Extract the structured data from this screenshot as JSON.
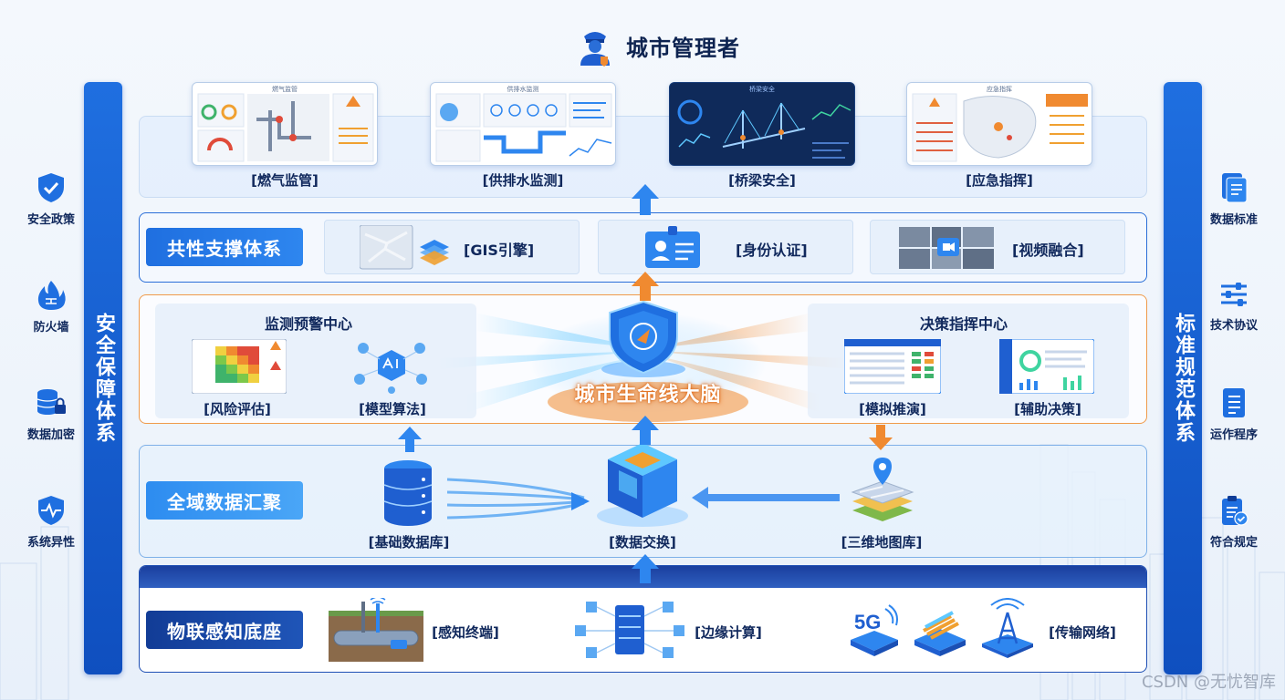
{
  "header": {
    "title": "城市管理者"
  },
  "left_pillar": {
    "title": "安全保障体系",
    "items": [
      {
        "label": "安全政策",
        "icon": "shield-check-icon"
      },
      {
        "label": "防火墙",
        "icon": "firewall-icon"
      },
      {
        "label": "数据加密",
        "icon": "database-lock-icon"
      },
      {
        "label": "系统异性",
        "icon": "heartbeat-shield-icon"
      }
    ]
  },
  "right_pillar": {
    "title": "标准规范体系",
    "items": [
      {
        "label": "数据标准",
        "icon": "document-icon"
      },
      {
        "label": "技术协议",
        "icon": "sliders-icon"
      },
      {
        "label": "运作程序",
        "icon": "checklist-icon"
      },
      {
        "label": "符合规定",
        "icon": "clipboard-check-icon"
      }
    ]
  },
  "apps": {
    "items": [
      {
        "mini_title": "燃气监管",
        "label": "[燃气监管]"
      },
      {
        "mini_title": "供排水监测",
        "label": "[供排水监测]"
      },
      {
        "mini_title": "桥梁安全",
        "label": "[桥梁安全]"
      },
      {
        "mini_title": "应急指挥",
        "label": "[应急指挥]"
      }
    ]
  },
  "support": {
    "tag": "共性支撑体系",
    "items": [
      {
        "label": "[GIS引擎]"
      },
      {
        "label": "[身份认证]"
      },
      {
        "label": "[视频融合]"
      }
    ]
  },
  "brain": {
    "center_label": "城市生命线大脑",
    "left_panel": {
      "title": "监测预警中心",
      "items": [
        {
          "label": "[风险评估]"
        },
        {
          "label": "[模型算法]"
        }
      ]
    },
    "right_panel": {
      "title": "决策指挥中心",
      "items": [
        {
          "label": "[模拟推演]"
        },
        {
          "label": "[辅助决策]"
        }
      ]
    }
  },
  "data": {
    "tag": "全域数据汇聚",
    "items": [
      {
        "label": "[基础数据库]"
      },
      {
        "label": "[数据交换]"
      },
      {
        "label": "[三维地图库]"
      }
    ]
  },
  "iot": {
    "tag": "物联感知底座",
    "items": [
      {
        "label": "[感知终端]"
      },
      {
        "label": "[边缘计算]"
      },
      {
        "label": "[传输网络]"
      }
    ],
    "badge_5g": "5G"
  },
  "watermark": "CSDN @无忧智库",
  "colors": {
    "primary": "#1f6fe0",
    "navy": "#123c96",
    "orange": "#f08a30",
    "text": "#10285c"
  }
}
